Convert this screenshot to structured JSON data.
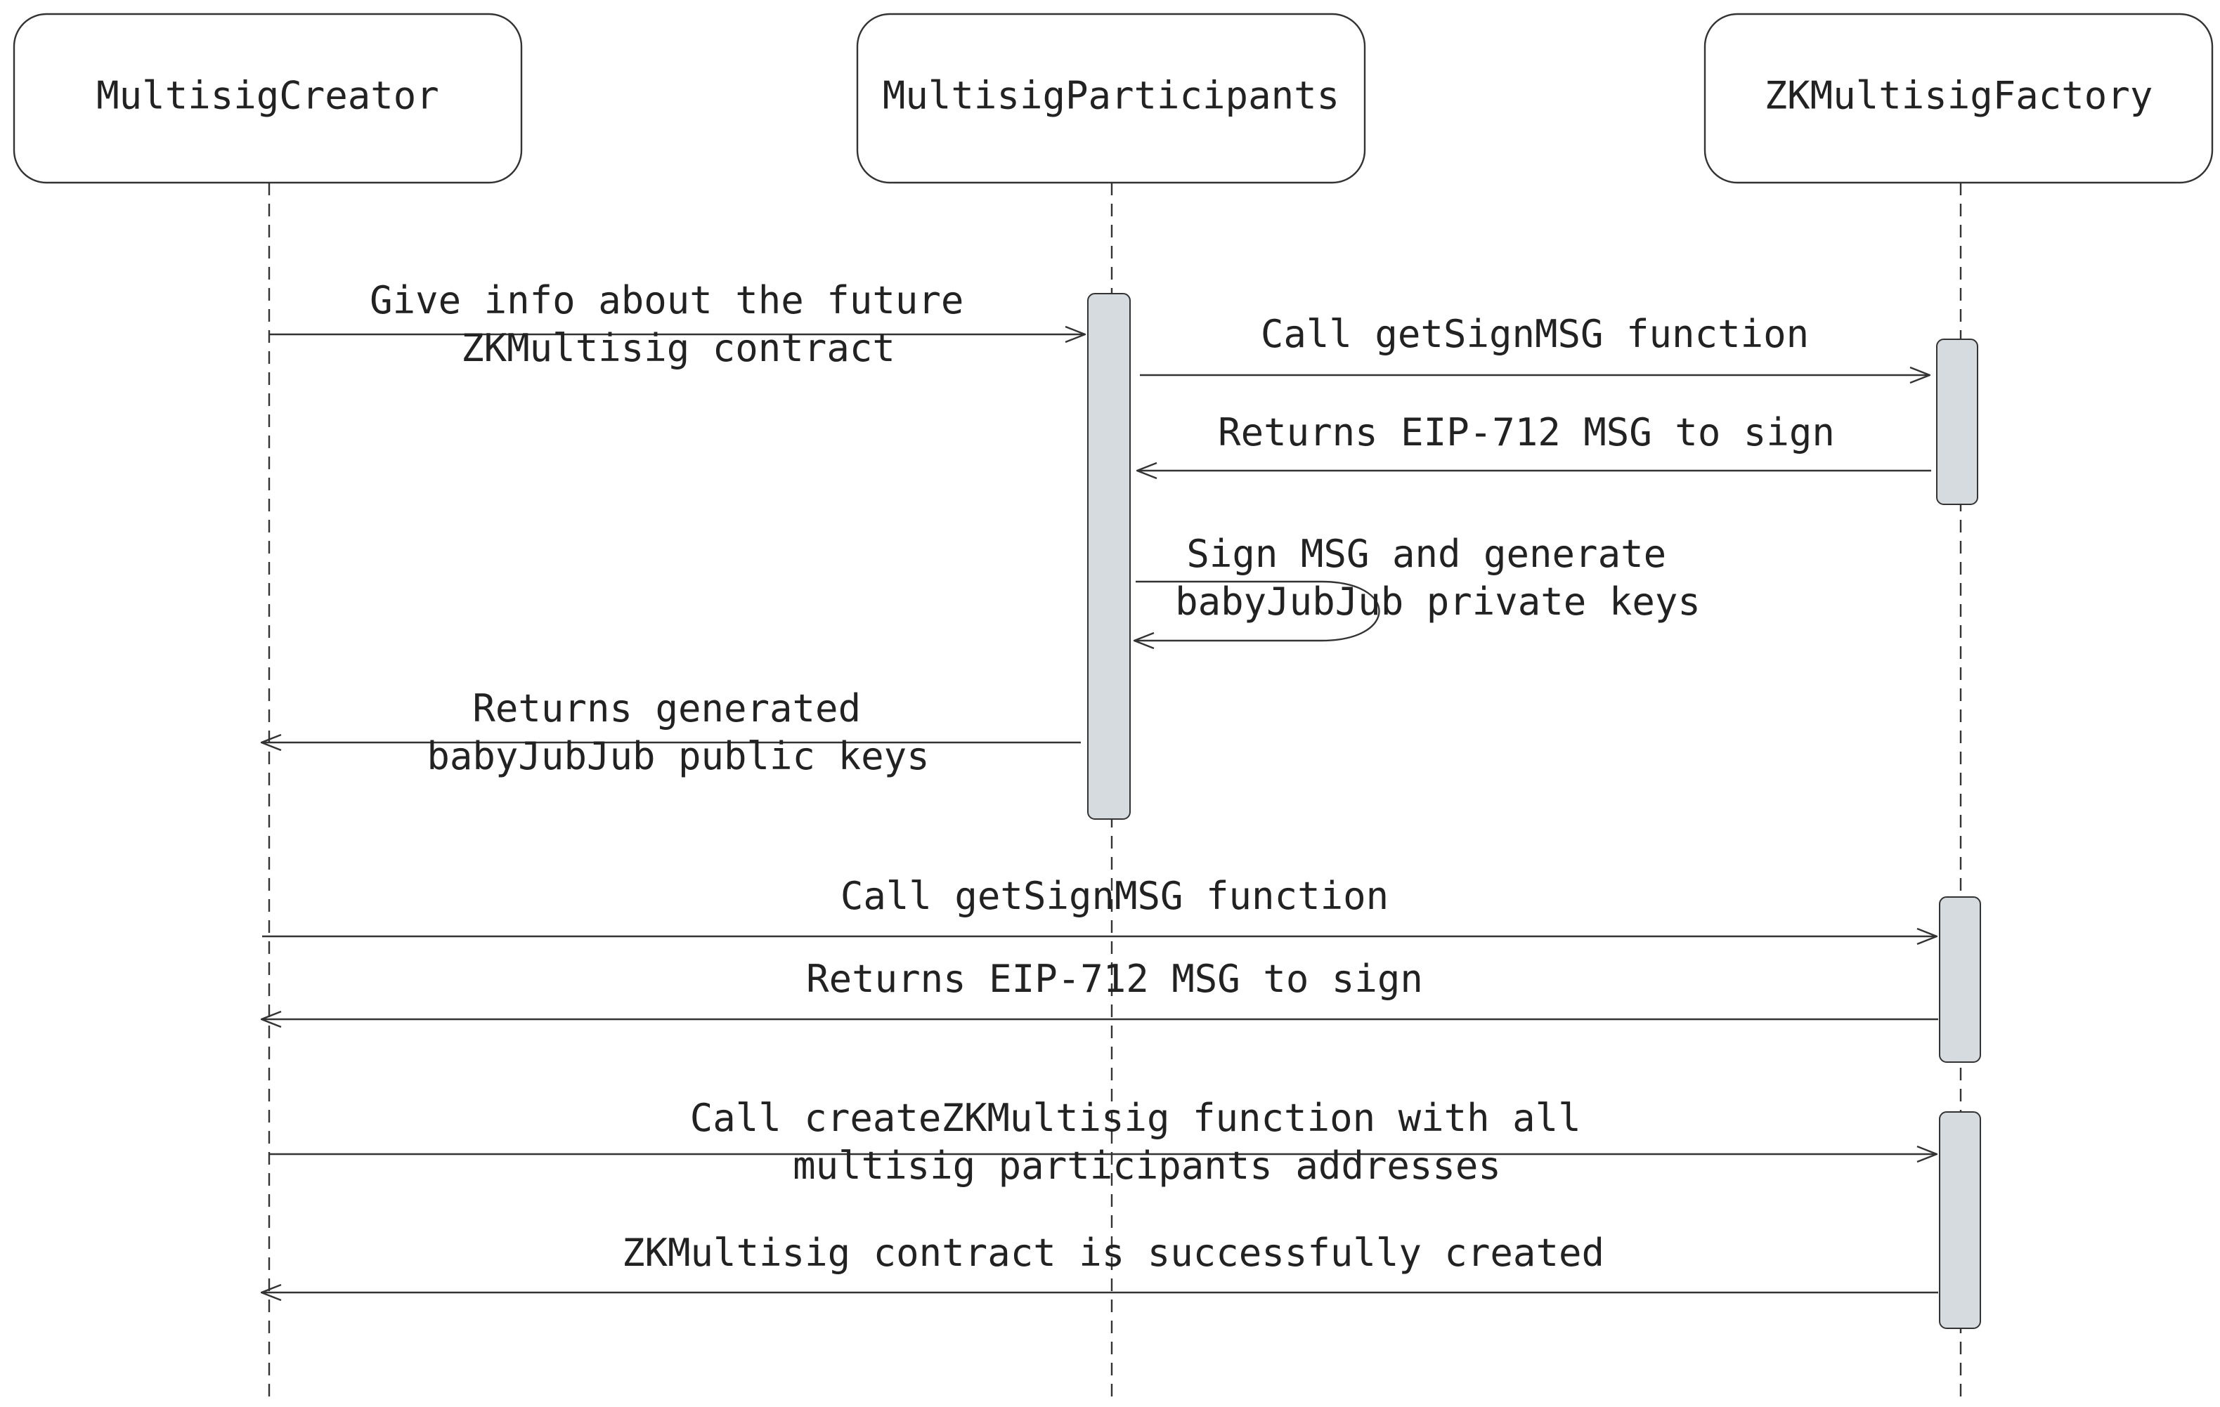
{
  "participants": [
    {
      "id": "creator",
      "name": "MultisigCreator"
    },
    {
      "id": "participants",
      "name": "MultisigParticipants"
    },
    {
      "id": "factory",
      "name": "ZKMultisigFactory"
    }
  ],
  "messages": [
    {
      "from": "creator",
      "to": "participants",
      "lines": [
        "Give info about the future",
        "ZKMultisig contract"
      ]
    },
    {
      "from": "participants",
      "to": "factory",
      "lines": [
        "Call getSignMSG function"
      ]
    },
    {
      "from": "factory",
      "to": "participants",
      "lines": [
        "Returns EIP-712 MSG to sign"
      ]
    },
    {
      "from": "participants",
      "to": "participants",
      "lines": [
        "Sign MSG and generate",
        "babyJubJub private keys"
      ]
    },
    {
      "from": "participants",
      "to": "creator",
      "lines": [
        "Returns generated",
        "babyJubJub public keys"
      ]
    },
    {
      "from": "creator",
      "to": "factory",
      "lines": [
        "Call getSignMSG function"
      ]
    },
    {
      "from": "factory",
      "to": "creator",
      "lines": [
        "Returns EIP-712 MSG to sign"
      ]
    },
    {
      "from": "creator",
      "to": "factory",
      "lines": [
        "Call createZKMultisig function with all",
        "multisig participants addresses"
      ]
    },
    {
      "from": "factory",
      "to": "creator",
      "lines": [
        "ZKMultisig contract is successfully created"
      ]
    }
  ],
  "colors": {
    "line": "#333333",
    "box_fill": "#ffffff",
    "activation_fill": "#d6dbe0",
    "text": "#222222"
  }
}
